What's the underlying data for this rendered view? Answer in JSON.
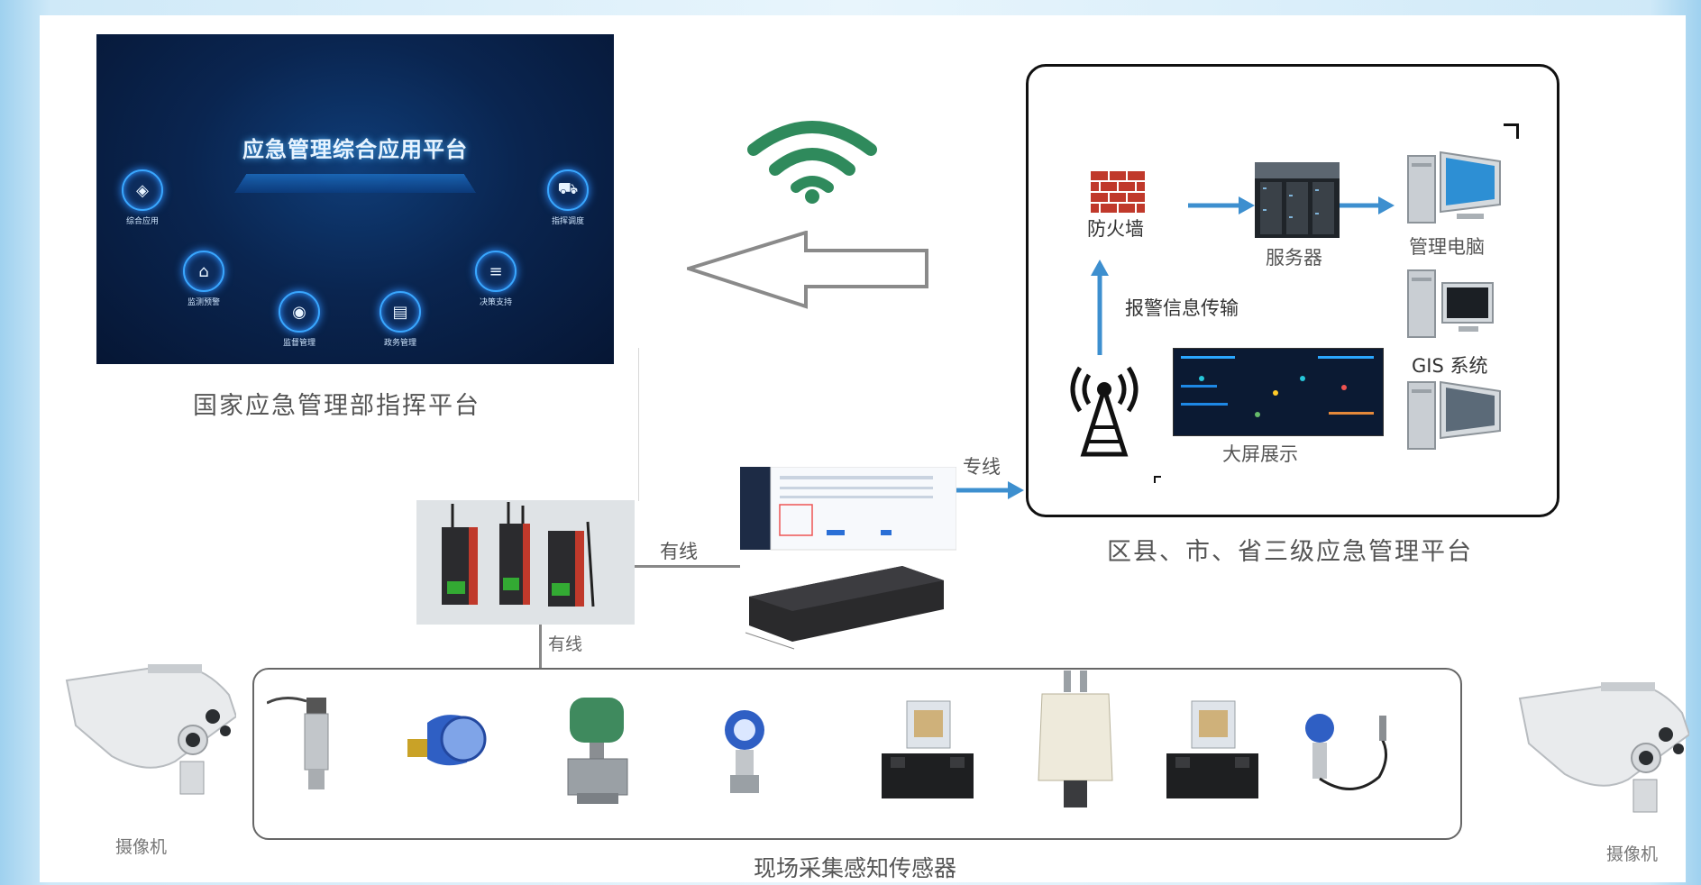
{
  "command_platform": {
    "screen_title": "应急管理综合应用平台",
    "modules": [
      "综合应用",
      "指挥调度",
      "监测预警",
      "决策支持",
      "监督管理",
      "政务管理"
    ],
    "caption": "国家应急管理部指挥平台"
  },
  "management_platform": {
    "firewall_label": "防火墙",
    "server_label": "服务器",
    "pc_label": "管理电脑",
    "gis_label": "GIS 系统",
    "alarm_label": "报警信息传输",
    "screen_label": "大屏展示",
    "caption": "区县、市、省三级应急管理平台"
  },
  "links": {
    "dedicated_line": "专线",
    "wired_horizontal": "有线",
    "wired_vertical": "有线"
  },
  "field": {
    "camera_left_label": "摄像机",
    "camera_right_label": "摄像机",
    "sensors_caption": "现场采集感知传感器"
  },
  "colors": {
    "arrow_blue": "#3d8fcf",
    "wifi_green": "#2f8a5c",
    "firewall_red": "#c0392b"
  }
}
